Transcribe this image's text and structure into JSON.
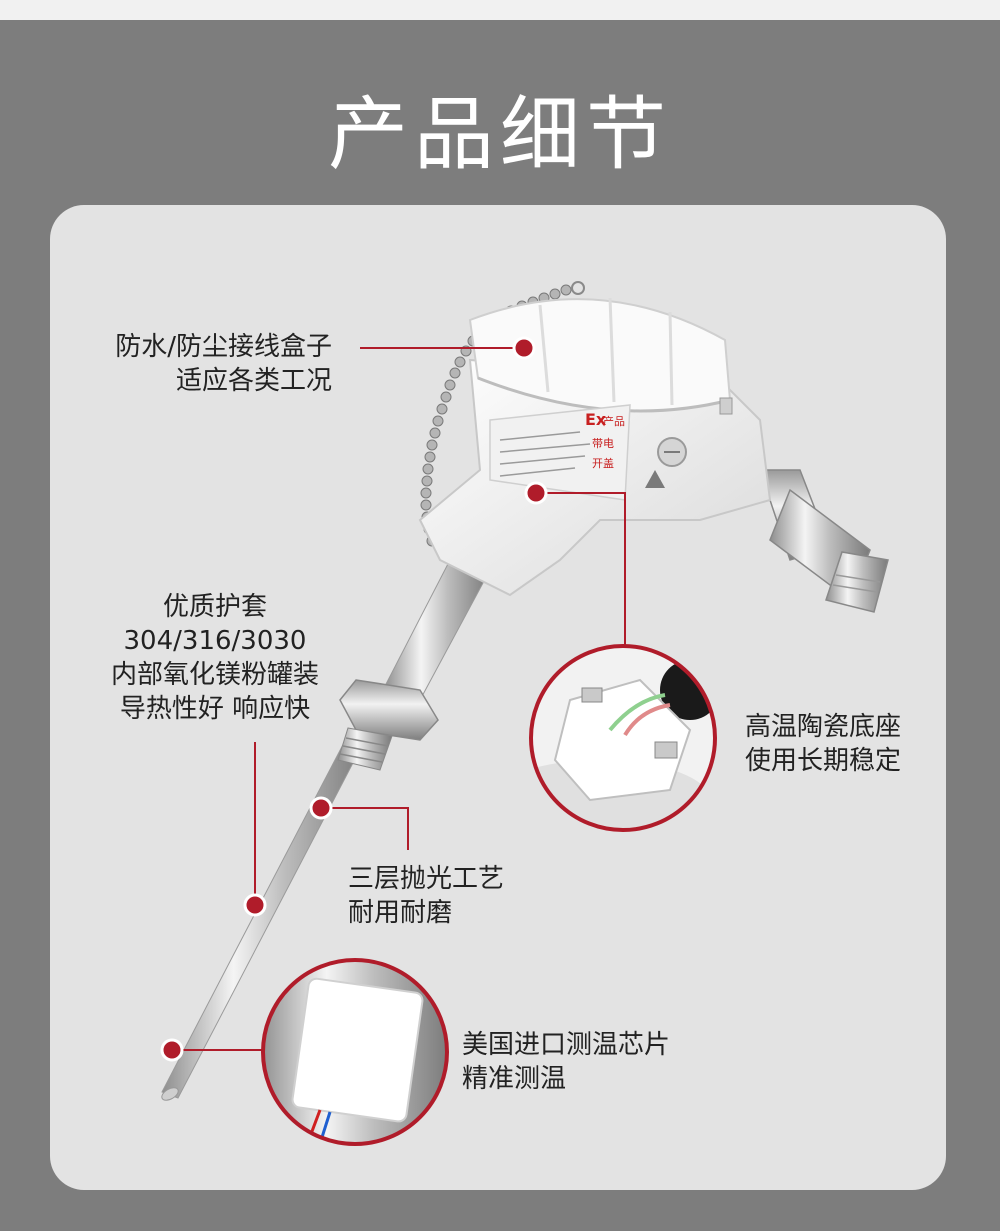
{
  "header": {
    "title": "产品细节"
  },
  "plate": {
    "brand": "Ex",
    "line1": "产品",
    "line2": "带电",
    "line3": "开盖"
  },
  "features": {
    "junction_box": [
      "防水/防尘接线盒子",
      "适应各类工况"
    ],
    "sheath": [
      "优质护套",
      "304/316/3030",
      "内部氧化镁粉罐装",
      "导热性好 响应快"
    ],
    "ceramic_base": [
      "高温陶瓷底座",
      "使用长期稳定"
    ],
    "polish": [
      "三层抛光工艺",
      "耐用耐磨"
    ],
    "chip": [
      "美国进口测温芯片",
      "精准测温"
    ]
  },
  "colors": {
    "background": "#7d7d7d",
    "card": "#e3e3e3",
    "accent": "#b01c2a",
    "text": "#222222"
  }
}
